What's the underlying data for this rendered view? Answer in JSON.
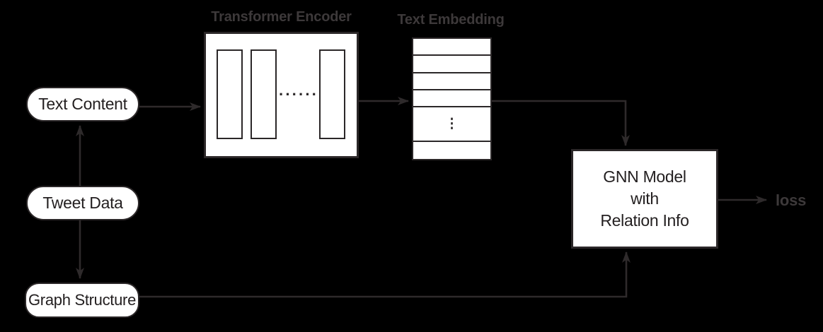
{
  "colors": {
    "background": "#000000",
    "line": "#2e2a2b",
    "box_border": "#2b2728",
    "box_fill": "#ffffff",
    "box_text": "#242021",
    "outer_label": "#3d393a"
  },
  "nodes": {
    "text_content": {
      "label": "Text Content"
    },
    "tweet_data": {
      "label": "Tweet Data"
    },
    "graph_structure": {
      "label": "Graph Structure"
    },
    "transformer": {
      "title": "Transformer Encoder",
      "dots": "······"
    },
    "embedding": {
      "title": "Text Embedding",
      "ellipsis": "⋮"
    },
    "gnn": {
      "lines": [
        "GNN Model",
        "with",
        "Relation Info"
      ]
    },
    "output": {
      "label": "loss"
    }
  },
  "edges": [
    {
      "from": "tweet_data",
      "to": "text_content"
    },
    {
      "from": "tweet_data",
      "to": "graph_structure"
    },
    {
      "from": "text_content",
      "to": "transformer"
    },
    {
      "from": "transformer",
      "to": "embedding"
    },
    {
      "from": "embedding",
      "to": "gnn"
    },
    {
      "from": "graph_structure",
      "to": "gnn"
    },
    {
      "from": "gnn",
      "to": "loss"
    }
  ]
}
